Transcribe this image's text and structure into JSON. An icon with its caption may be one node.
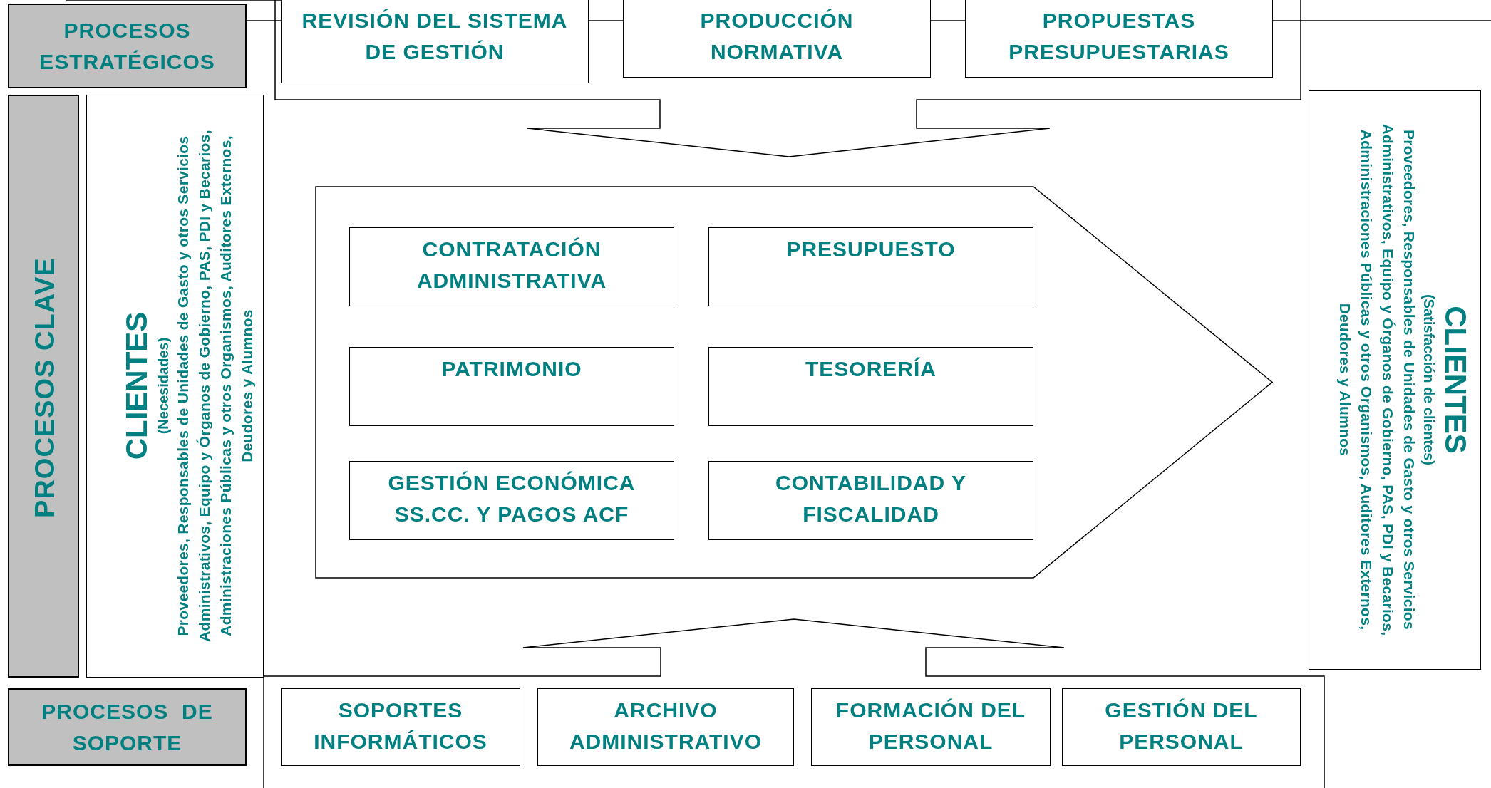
{
  "diagram": {
    "nodes": [
      {
        "text": [
          "PROCESOS ESTRATÉGICOS"
        ]
      },
      {
        "text": [
          "REVISIÓN DEL SISTEMA DE GESTIÓN"
        ]
      },
      {
        "text": [
          "PRODUCCIÓN NORMATIVA"
        ]
      },
      {
        "text": [
          "PROPUESTAS PRESUPUESTARIAS"
        ]
      },
      {
        "text": [
          "PROCESOS CLAVE"
        ]
      },
      {
        "text": [
          "CLIENTES",
          "(Necesidades)",
          "Proveedores, Responsables de Unidades de Gasto y otros Servicios Administrativos, Equipo y Órganos de Gobierno, PAS, PDI y Becarios, Administraciones Públicas y otros Organismos, Auditores Externos, Deudores y Alumnos"
        ]
      },
      {
        "text": [],
        "shape": "arrow"
      },
      {
        "text": [
          "CONTRATACIÓN ADMINISTRATIVA"
        ],
        "in": 6
      },
      {
        "text": [
          "PRESUPUESTO"
        ],
        "in": 6
      },
      {
        "text": [
          "PATRIMONIO"
        ],
        "in": 6
      },
      {
        "text": [
          "TESORERÍA"
        ],
        "in": 6
      },
      {
        "text": [
          "GESTIÓN ECONÓMICA SS.CC. Y PAGOS ACF"
        ],
        "in": 6
      },
      {
        "text": [
          "CONTABILIDAD Y FISCALIDAD"
        ],
        "in": 6
      },
      {
        "text": [
          "CLIENTES",
          "(Satisfacción de clientes)",
          "Proveedores, Responsables de Unidades de Gasto y otros Servicios Administrativos, Equipo y Órganos de Gobierno, PAS, PDI y Becarios, Administraciones Públicas y otros Organismos, Auditores Externos, Deudores y Alumnos"
        ]
      },
      {
        "text": [
          "PROCESOS  DE SOPORTE"
        ]
      },
      {
        "text": [
          "SOPORTES INFORMÁTICOS"
        ]
      },
      {
        "text": [
          "ARCHIVO ADMINISTRATIVO"
        ]
      },
      {
        "text": [
          "FORMACIÓN DEL PERSONAL"
        ]
      },
      {
        "text": [
          "GESTIÓN DEL PERSONAL"
        ]
      }
    ],
    "edges": [
      {
        "from": 0,
        "to": 1,
        "arrow": "none"
      },
      {
        "from": 1,
        "to": 2,
        "arrow": "none"
      },
      {
        "from": 2,
        "to": 3,
        "arrow": "none"
      },
      {
        "from": 3,
        "to": null,
        "arrow": "none"
      }
    ]
  }
}
